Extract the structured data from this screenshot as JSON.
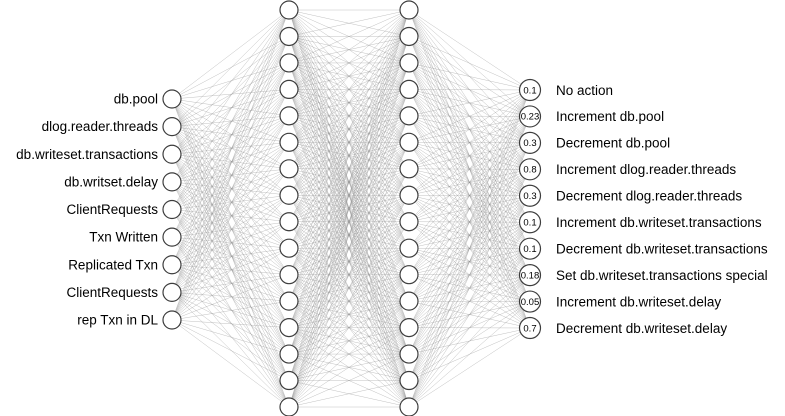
{
  "diagram": {
    "type": "neural-network",
    "layer_sizes": [
      9,
      16,
      16,
      10
    ],
    "input_labels": [
      "db.pool",
      "dlog.reader.threads",
      "db.writeset.transactions",
      "db.writset.delay",
      "ClientRequests",
      "Txn Written",
      "Replicated Txn",
      "ClientRequests",
      "rep Txn in DL"
    ],
    "output_nodes": [
      {
        "value": "0.1",
        "label": "No action"
      },
      {
        "value": "0.23",
        "label": "Increment db.pool"
      },
      {
        "value": "0.3",
        "label": "Decrement db.pool"
      },
      {
        "value": "0.8",
        "label": "Increment dlog.reader.threads"
      },
      {
        "value": "0.3",
        "label": "Decrement dlog.reader.threads"
      },
      {
        "value": "0.1",
        "label": "Increment db.writeset.transactions"
      },
      {
        "value": "0.1",
        "label": "Decrement db.writeset.transactions"
      },
      {
        "value": "0.18",
        "label": "Set db.writeset.transactions special"
      },
      {
        "value": "0.05",
        "label": "Increment db.writeset.delay"
      },
      {
        "value": "0.7",
        "label": "Decrement db.writeset.delay"
      }
    ],
    "colors": {
      "background": "#ffffff",
      "node_fill": "#ffffff",
      "node_stroke": "#3d3d3d",
      "edge": "#8c8c8c",
      "text": "#000000"
    }
  }
}
